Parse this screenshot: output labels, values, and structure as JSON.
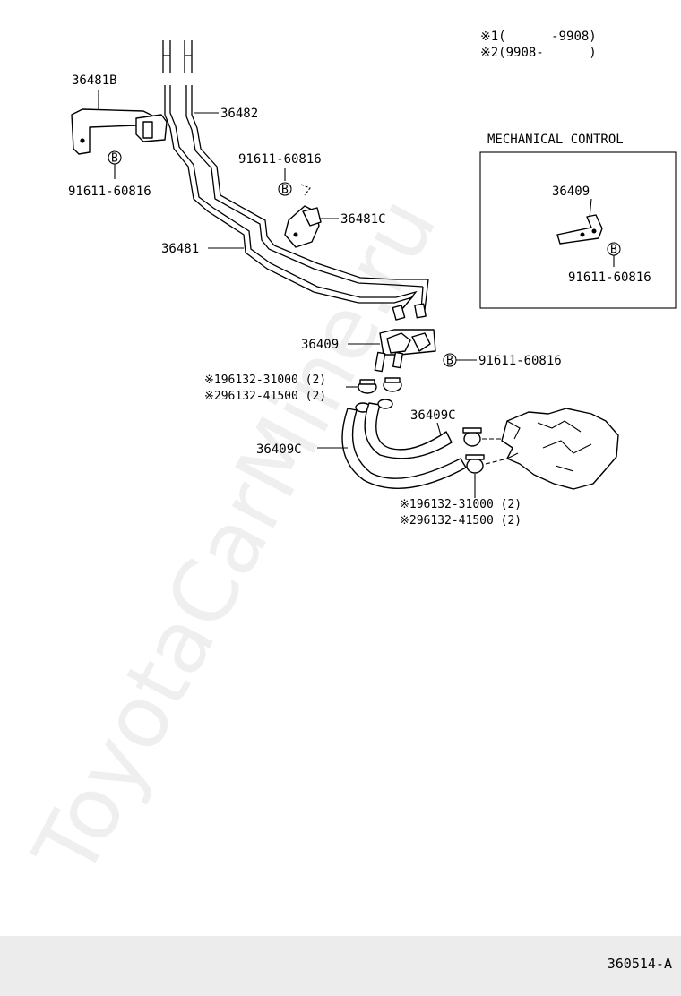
{
  "legend": {
    "line1": "※1(      -9908)",
    "line2": "※2(9908-      )"
  },
  "inset": {
    "title": "MECHANICAL CONTROL",
    "part": "36409",
    "bolt": "91611-60816",
    "bolt_mark": "B"
  },
  "labels": {
    "bracket_b": "36481B",
    "bolt_left": "91611-60816",
    "bolt_mark": "B",
    "tube_36482": "36482",
    "bolt_mid": "91611-60816",
    "clamp_c": "36481C",
    "tube_36481": "36481",
    "joint_36409": "36409",
    "bolt_joint": "91611-60816",
    "clip_upper_1": "※196132-31000 (2)",
    "clip_upper_2": "※296132-41500 (2)",
    "hose_right": "36409C",
    "hose_left": "36409C",
    "clip_lower_1": "※196132-31000 (2)",
    "clip_lower_2": "※296132-41500 (2)"
  },
  "watermark": "ToyotaCarMine.ru",
  "footer": {
    "code": "360514-A"
  }
}
